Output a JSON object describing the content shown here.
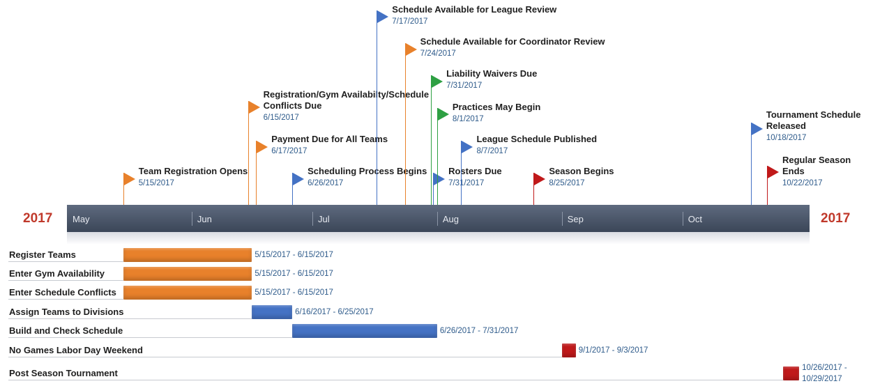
{
  "timeline": {
    "year_left": "2017",
    "year_right": "2017",
    "months": [
      "May",
      "Jun",
      "Jul",
      "Aug",
      "Sep",
      "Oct"
    ]
  },
  "colors": {
    "orange": "#e8812b",
    "blue": "#4472c4",
    "green": "#2ea043",
    "red": "#c0191a"
  },
  "chart_data": {
    "type": "gantt-timeline",
    "milestones": [
      {
        "title": "Team Registration Opens",
        "date": "5/15/2017",
        "color": "orange"
      },
      {
        "title": "Registration/Gym Availabilty/Schedule Conflicts Due",
        "title_lines": [
          "Registration/Gym Availabilty/Schedule",
          "Conflicts Due"
        ],
        "date": "6/15/2017",
        "color": "orange"
      },
      {
        "title": "Payment Due for All Teams",
        "date": "6/17/2017",
        "color": "orange"
      },
      {
        "title": "Scheduling Process Begins",
        "date": "6/26/2017",
        "color": "blue"
      },
      {
        "title": "Schedule Available for League Review",
        "date": "7/17/2017",
        "color": "blue"
      },
      {
        "title": "Schedule Available for Coordinator Review",
        "date": "7/24/2017",
        "color": "orange"
      },
      {
        "title": "Liability Waivers Due",
        "date": "7/31/2017",
        "color": "green"
      },
      {
        "title": "Rosters Due",
        "date": "7/31/2017",
        "color": "blue"
      },
      {
        "title": "Practices May Begin",
        "date": "8/1/2017",
        "color": "green"
      },
      {
        "title": "League Schedule Published",
        "date": "8/7/2017",
        "color": "blue"
      },
      {
        "title": "Season Begins",
        "date": "8/25/2017",
        "color": "red"
      },
      {
        "title": "Tournament Schedule Released",
        "title_lines": [
          "Tournament Schedule",
          "Released"
        ],
        "date": "10/18/2017",
        "color": "blue"
      },
      {
        "title": "Regular Season Ends",
        "title_lines": [
          "Regular Season",
          "Ends"
        ],
        "date": "10/22/2017",
        "color": "red"
      }
    ],
    "tasks": [
      {
        "name": "Register Teams",
        "start": "5/15/2017",
        "end": "6/15/2017",
        "label": "5/15/2017 - 6/15/2017",
        "color": "orange"
      },
      {
        "name": "Enter Gym Availability",
        "start": "5/15/2017",
        "end": "6/15/2017",
        "label": "5/15/2017 - 6/15/2017",
        "color": "orange"
      },
      {
        "name": "Enter Schedule Conflicts",
        "start": "5/15/2017",
        "end": "6/15/2017",
        "label": "5/15/2017 - 6/15/2017",
        "color": "orange"
      },
      {
        "name": "Assign Teams to Divisions",
        "start": "6/16/2017",
        "end": "6/25/2017",
        "label": "6/16/2017 - 6/25/2017",
        "color": "blue"
      },
      {
        "name": "Build and Check Schedule",
        "start": "6/26/2017",
        "end": "7/31/2017",
        "label": "6/26/2017 - 7/31/2017",
        "color": "blue"
      },
      {
        "name": "No Games Labor Day Weekend",
        "start": "9/1/2017",
        "end": "9/3/2017",
        "label": "9/1/2017 - 9/3/2017",
        "color": "red"
      },
      {
        "name": "Post Season Tournament",
        "start": "10/26/2017",
        "end": "10/29/2017",
        "label_lines": [
          "10/26/2017 -",
          "10/29/2017"
        ],
        "color": "red"
      }
    ]
  }
}
